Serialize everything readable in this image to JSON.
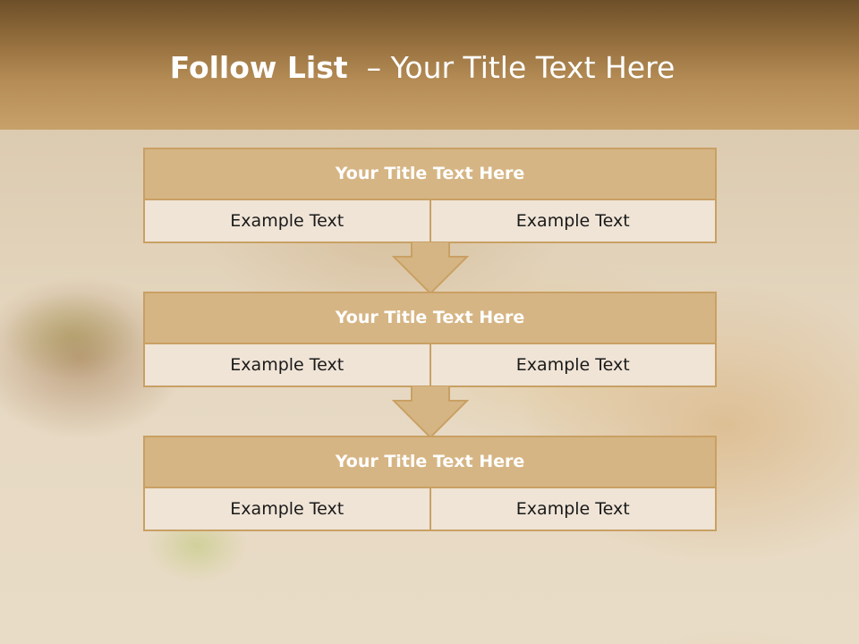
{
  "header": {
    "title_bold": "Follow List",
    "title_rest": "– Your Title Text Here"
  },
  "steps": [
    {
      "title": "Your Title Text Here",
      "left": "Example Text",
      "right": "Example Text"
    },
    {
      "title": "Your Title Text Here",
      "left": "Example Text",
      "right": "Example Text"
    },
    {
      "title": "Your Title Text Here",
      "left": "Example Text",
      "right": "Example Text"
    }
  ],
  "colors": {
    "header_dark": "#6d4f29",
    "header_light": "#c7a06a",
    "block_border": "#c9a064",
    "block_title_fill": "#d6b584",
    "cell_fill": "#efe4d6"
  }
}
